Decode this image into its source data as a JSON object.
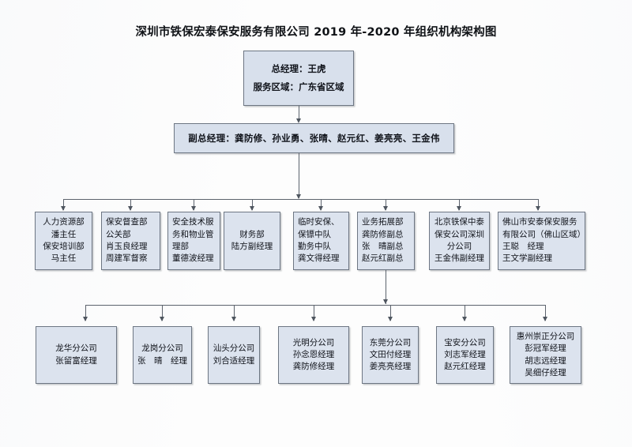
{
  "document": {
    "title": "深圳市铁保宏泰保安服务有限公司 2019 年-2020 年组织机构架构图",
    "background_color": "#fdfdfd",
    "node_fill_color": "#dce3ee",
    "node_border_color": "#6d7683",
    "connector_color": "#5c636d"
  },
  "org_chart": {
    "type": "org-tree",
    "level1": {
      "id": "general-manager",
      "lines": [
        "总经理：王虎",
        "服务区域：广东省区域"
      ]
    },
    "level2": {
      "id": "deputy-general-managers",
      "lines": [
        "副总经理：龚防修、孙业勇、张晴、赵元红、姜亮亮、王金伟"
      ]
    },
    "level3": [
      {
        "id": "hr-training",
        "align": "center",
        "lines": [
          "人力资源部",
          "潘主任",
          "保安培训部",
          "马主任"
        ]
      },
      {
        "id": "security-inspection-pr",
        "align": "left",
        "lines": [
          "保安督查部",
          "公关部",
          "肖玉良经理",
          "周建军督察"
        ]
      },
      {
        "id": "safety-tech-property",
        "align": "left",
        "lines": [
          "安全技术服",
          "务和物业管",
          "理部",
          "董德波经理"
        ]
      },
      {
        "id": "finance",
        "align": "center",
        "lines": [
          "财务部",
          "陆方副经理"
        ]
      },
      {
        "id": "temp-security-bodyguard",
        "align": "left",
        "lines": [
          "临时安保、",
          "保镖中队",
          "勤务中队",
          "龚文得经理"
        ]
      },
      {
        "id": "business-development",
        "align": "left",
        "lines": [
          "业务拓展部",
          "龚防修副总",
          "张　晴副总",
          "赵元红副总"
        ]
      },
      {
        "id": "beijing-tiebao-zhongtai-shenzhen",
        "align": "center",
        "lines": [
          "北京铁保中泰",
          "保安公司深圳",
          "分公司",
          "王金伟副经理"
        ]
      },
      {
        "id": "foshan-antai",
        "align": "left",
        "lines": [
          "佛山市安泰保安服务",
          "有限公司（佛山区域）",
          "王聪　经理",
          "王文学副经理"
        ]
      }
    ],
    "level4": [
      {
        "id": "longhua-branch",
        "lines": [
          "龙华分公司",
          "张留富经理"
        ]
      },
      {
        "id": "longgang-branch",
        "lines": [
          "龙岗分公司",
          "张　晴　经理"
        ]
      },
      {
        "id": "shantou-branch",
        "lines": [
          "汕头分公司",
          "刘合适经理"
        ]
      },
      {
        "id": "guangming-branch",
        "lines": [
          "光明分公司",
          "孙念恩经理",
          "龚防修经理"
        ]
      },
      {
        "id": "dongguan-branch",
        "lines": [
          "东莞分公司",
          "文田付经理",
          "姜亮亮经理"
        ]
      },
      {
        "id": "baoan-branch",
        "lines": [
          "宝安分公司",
          "刘志军经理",
          "赵元红经理"
        ]
      },
      {
        "id": "huizhou-chongzheng-branch",
        "lines": [
          "惠州崇正分公司",
          "彭冠军经理",
          "胡志远经理",
          "吴细仔经理"
        ]
      }
    ]
  }
}
